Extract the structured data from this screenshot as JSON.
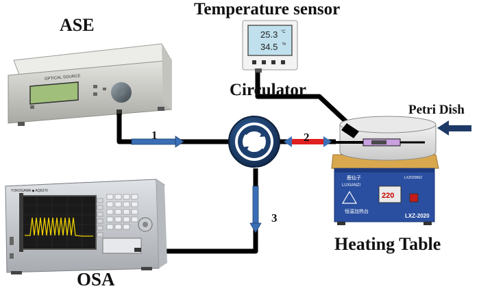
{
  "labels": {
    "temperature_sensor": "Temperature sensor",
    "ase": "ASE",
    "circulator": "Circulator",
    "petri_dish": "Petri Dish",
    "heating_table": "Heating Table",
    "osa": "OSA"
  },
  "ports": {
    "p1": "1",
    "p2": "2",
    "p3": "3"
  },
  "devices": {
    "ase_panel_text": "OPTICAL SOURCE",
    "sensor_temp": "25.3",
    "sensor_temp_unit": "°C",
    "sensor_humidity": "34.5",
    "sensor_humidity_unit": "%",
    "heater_brand_cn": "鹿仙子",
    "heater_brand": "LUXIANZI",
    "heater_display": "220",
    "heater_model": "LXZ-2020",
    "heater_code": "LXZ020062",
    "heater_caption_cn": "恒温加热台"
  },
  "colors": {
    "fiber": "#000000",
    "arrow_blue": "#3b6fb5",
    "arrow_red": "#e02020",
    "circulator_blue": "#1c3f6e",
    "heater_blue": "#2a4fa0",
    "heater_plate": "#d9a84e",
    "osa_screen": "#1a1a1a",
    "osa_trace": "#f0d000"
  }
}
